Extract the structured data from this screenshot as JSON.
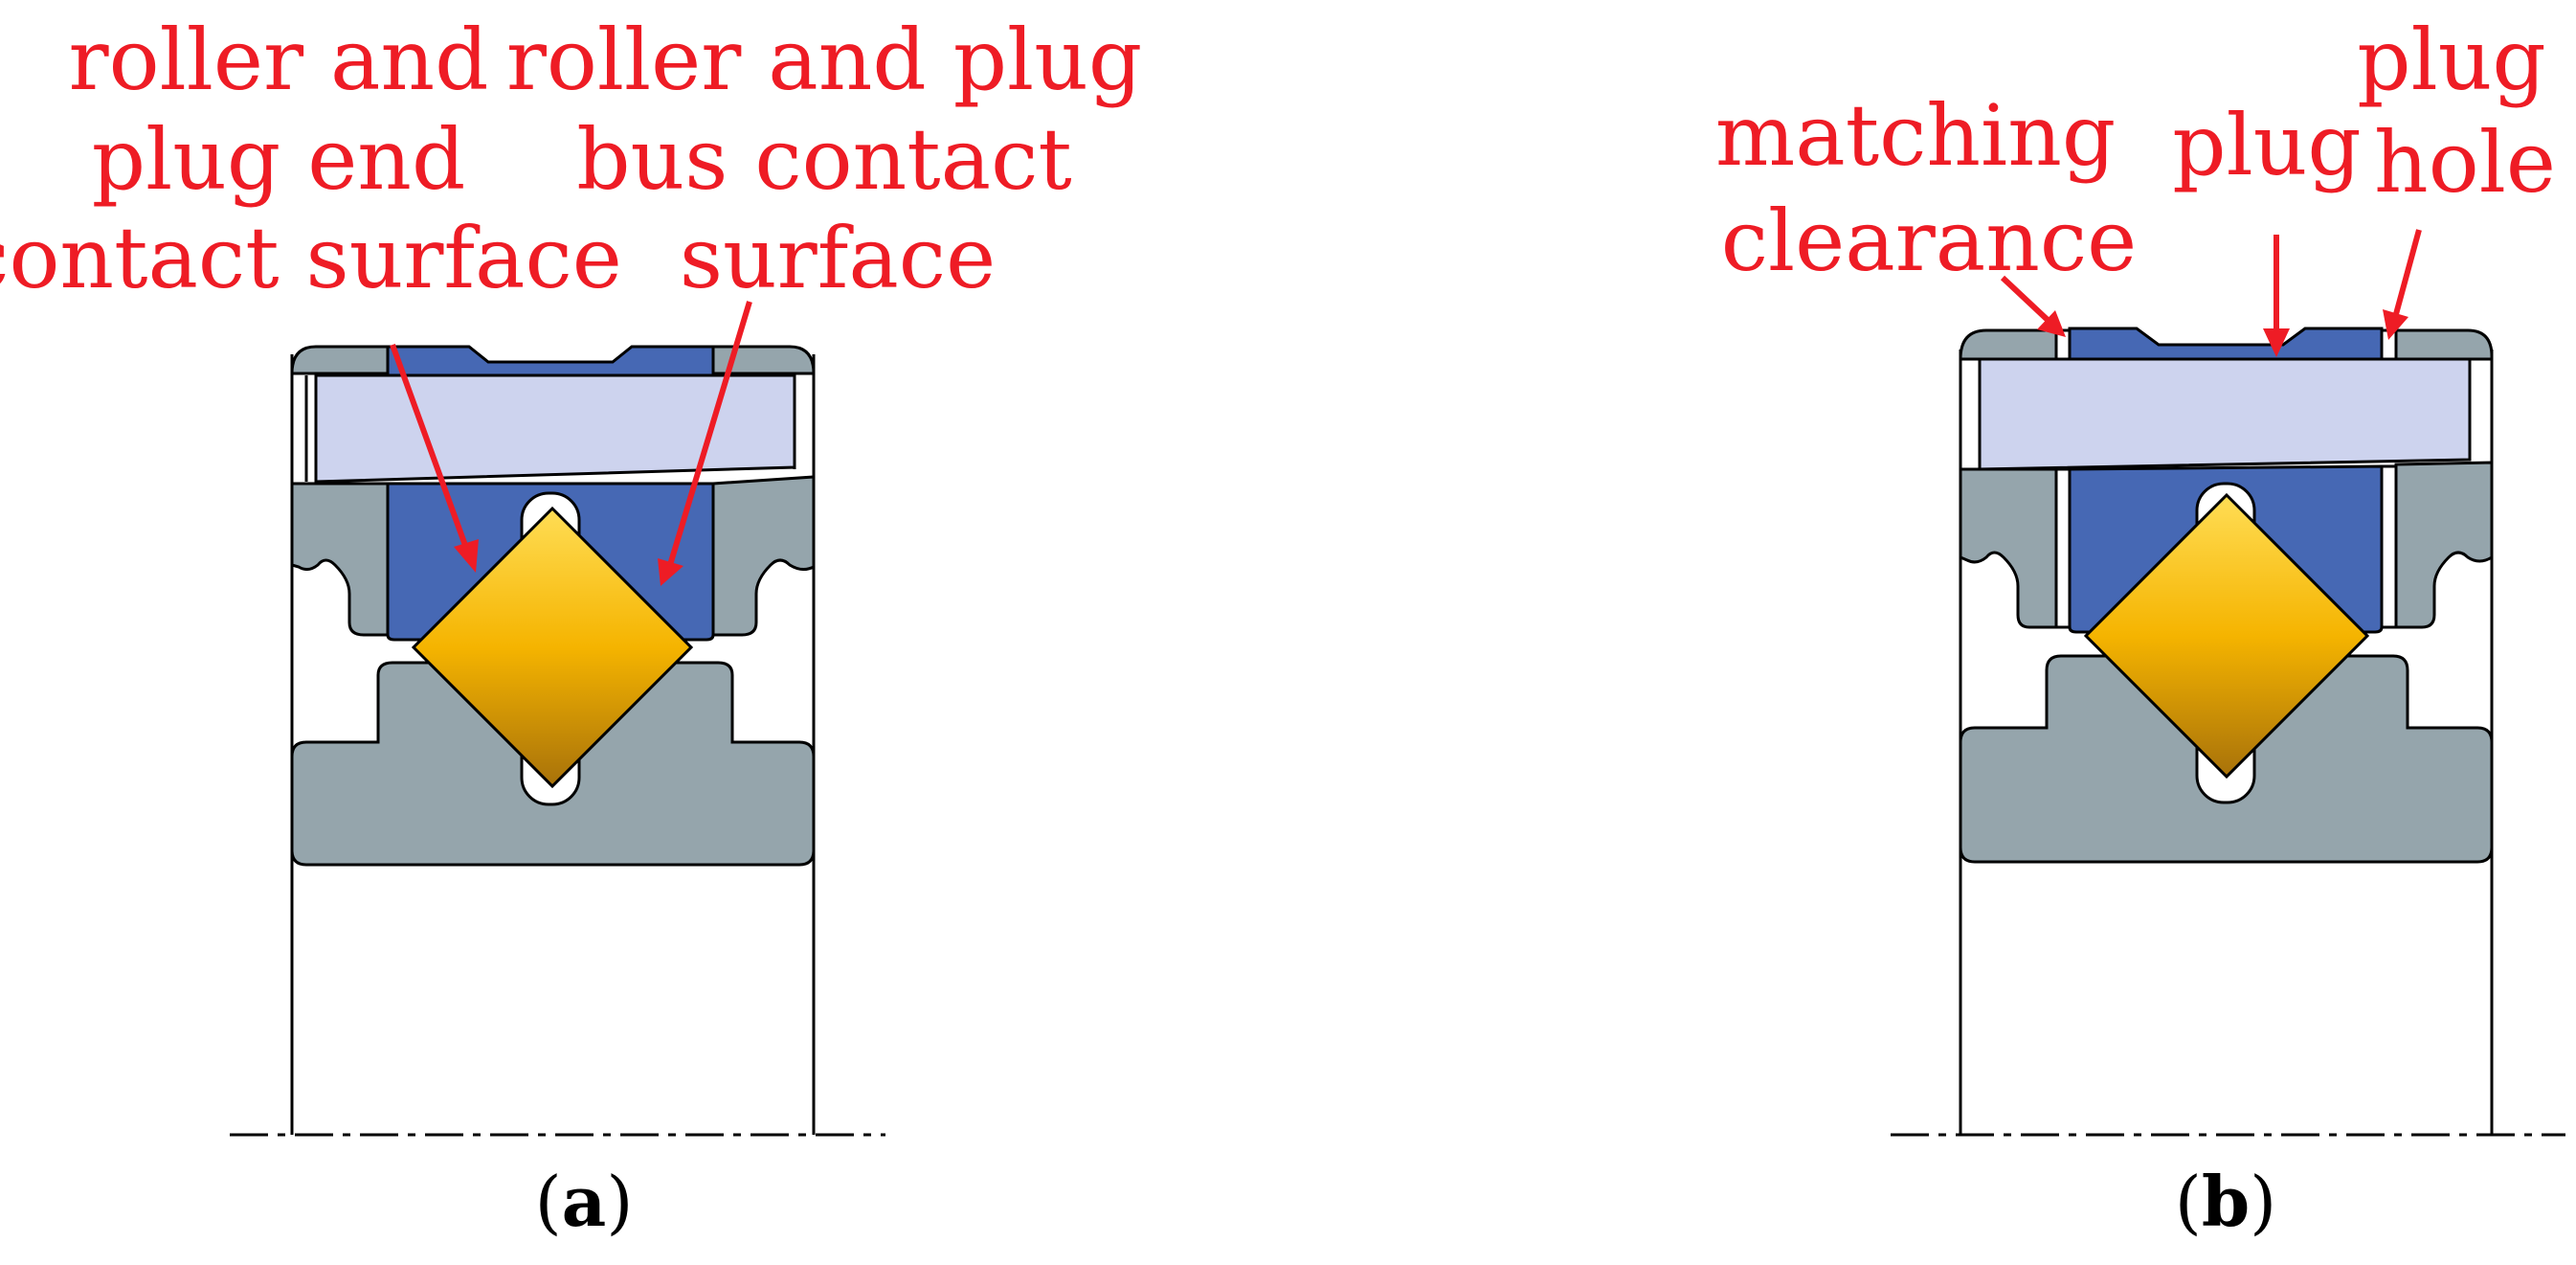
{
  "panels": [
    {
      "id": "a",
      "caption": {
        "open": "(",
        "letter": "a",
        "close": ")"
      },
      "labels": [
        {
          "lines": [
            "roller and",
            "plug end",
            "contact surface"
          ]
        },
        {
          "lines": [
            "roller and plug",
            "bus contact",
            "surface"
          ]
        }
      ]
    },
    {
      "id": "b",
      "caption": {
        "open": "(",
        "letter": "b",
        "close": ")"
      },
      "labels": [
        {
          "lines": [
            "matching",
            "clearance"
          ]
        },
        {
          "lines": [
            "plug"
          ]
        },
        {
          "lines": [
            "plug",
            "hole"
          ]
        }
      ]
    }
  ],
  "colors": {
    "label": "#ee1c25",
    "steel": "#95a5ac",
    "plug": "#4668b4",
    "pin": "#cdd3ee",
    "roller_top": "#ffdd55",
    "roller_mid": "#f5b400",
    "roller_bottom": "#a8720a"
  }
}
